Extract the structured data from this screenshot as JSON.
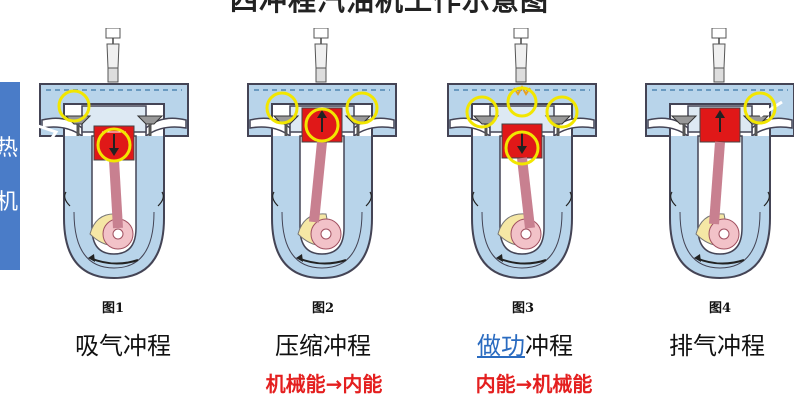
{
  "title": "四冲程汽油机工作示意图",
  "side_tab_chars": [
    "热",
    "机"
  ],
  "figures": [
    {
      "label": "图1",
      "stroke": "吸气冲程",
      "energy": ""
    },
    {
      "label": "图2",
      "stroke": "压缩冲程",
      "energy": "机械能→内能"
    },
    {
      "label": "图3",
      "stroke_highlight": "做功",
      "stroke_rest": "冲程",
      "energy": "内能→机械能"
    },
    {
      "label": "图4",
      "stroke": "排气冲程",
      "energy": ""
    }
  ],
  "colors": {
    "accent_blue": "#2a6bc0",
    "energy_red": "#e41f1f",
    "highlight_circle": "#f2e600",
    "piston_red": "#e01818",
    "cylinder_fill": "#b8d4ea",
    "tab_blue": "#4a7cc8"
  }
}
